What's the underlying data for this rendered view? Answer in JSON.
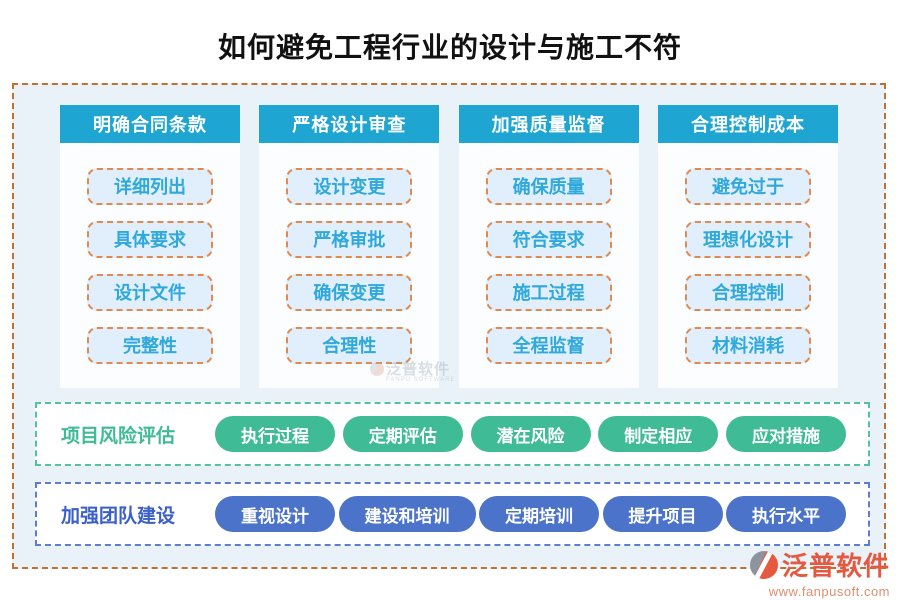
{
  "title": "如何避免工程行业的设计与施工不符",
  "columns": [
    {
      "header": "明确合同条款",
      "items": [
        "详细列出",
        "具体要求",
        "设计文件",
        "完整性"
      ]
    },
    {
      "header": "严格设计审查",
      "items": [
        "设计变更",
        "严格审批",
        "确保变更",
        "合理性"
      ]
    },
    {
      "header": "加强质量监督",
      "items": [
        "确保质量",
        "符合要求",
        "施工过程",
        "全程监督"
      ]
    },
    {
      "header": "合理控制成本",
      "items": [
        "避免过于",
        "理想化设计",
        "合理控制",
        "材料消耗"
      ]
    }
  ],
  "rows": [
    {
      "label": "项目风险评估",
      "pills": [
        "执行过程",
        "定期评估",
        "潜在风险",
        "制定相应",
        "应对措施"
      ],
      "accent": "#3fbb96"
    },
    {
      "label": "加强团队建设",
      "pills": [
        "重视设计",
        "建设和培训",
        "定期培训",
        "提升项目",
        "执行水平"
      ],
      "accent": "#4c73ca"
    }
  ],
  "watermark": {
    "text": "泛普软件",
    "subtext": "FANPU SOFTWARE"
  },
  "logo": {
    "text": "泛普软件",
    "url": "www.fanpusoft.com"
  },
  "colors": {
    "board_background": "#e9f1f9",
    "board_border": "#c2702e",
    "column_header": "#1ea5d2",
    "item_background": "#e0effb",
    "item_border": "#e08a50",
    "item_text": "#2fa8db",
    "row_green": "#3fbb96",
    "row_blue": "#4c73ca",
    "logo_red": "#e4593f"
  }
}
